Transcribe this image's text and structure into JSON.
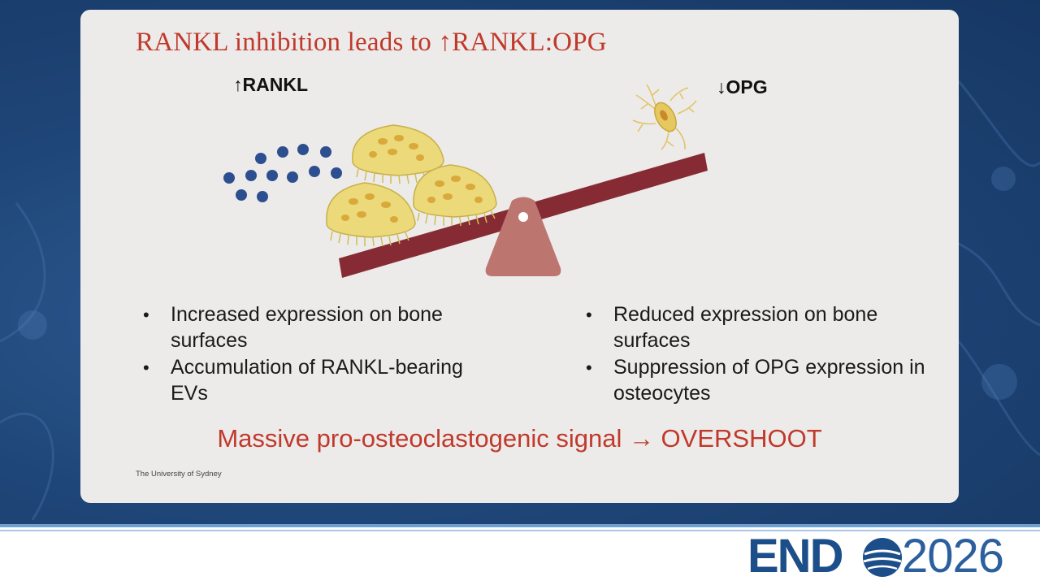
{
  "slide": {
    "title": "RANKL inhibition leads to ↑RANKL:OPG",
    "left_heading": "↑RANKL",
    "right_heading": "↓OPG",
    "left_bullets": [
      "Increased expression on bone surfaces",
      "Accumulation of RANKL-bearing EVs"
    ],
    "right_bullets": [
      "Reduced expression on bone surfaces",
      "Suppression of OPG expression in osteocytes"
    ],
    "conclusion": "Massive pro-osteoclastogenic signal → OVERSHOOT",
    "footer": "The University of Sydney"
  },
  "branding": {
    "logo_word": "END",
    "logo_year": "2026"
  },
  "colors": {
    "title_red": "#c0392b",
    "seesaw_beam": "#862b33",
    "fulcrum": "#bd7570",
    "vesicle_blue": "#2d4f8f",
    "osteoclast_yellow": "#ecd97a",
    "background_blue": "#1f4678"
  }
}
